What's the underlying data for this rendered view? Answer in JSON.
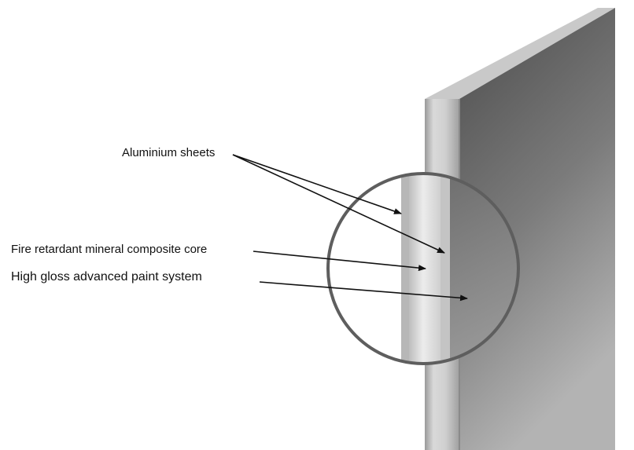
{
  "labels": {
    "aluminium_sheets": "Aluminium sheets",
    "core": "Fire retardant mineral composite core",
    "paint": "High gloss advanced paint system"
  },
  "colors": {
    "panel_face_light": "#a9a9a9",
    "panel_face_dark": "#4a4a4a",
    "panel_top": "#c8c8c8",
    "edge_sheet": "#d2d2d2",
    "core": "#e6e6e6",
    "magnifier_ring": "#5e5e5e",
    "arrow": "#111111"
  }
}
